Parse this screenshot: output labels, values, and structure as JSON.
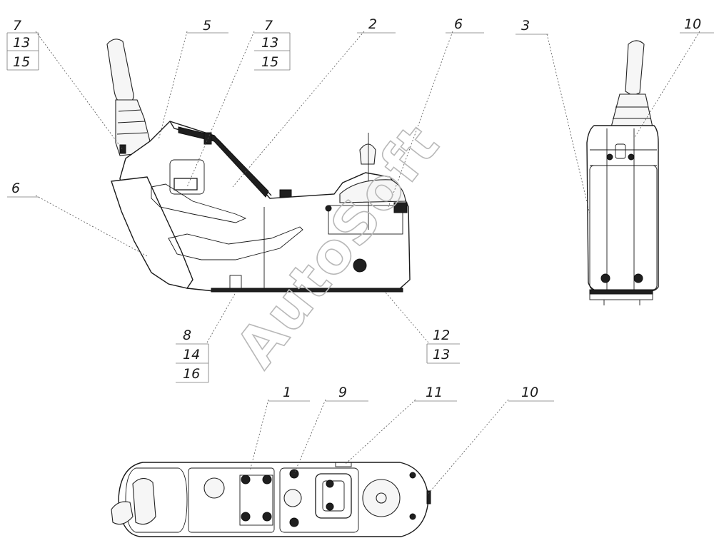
{
  "watermark": "AutoSoft",
  "callouts": {
    "c7a": "7",
    "c13a": "13",
    "c15a": "15",
    "c5": "5",
    "c7b": "7",
    "c13b": "13",
    "c15b": "15",
    "c2": "2",
    "c6a": "6",
    "c3": "3",
    "c10a": "10",
    "c6b": "6",
    "c8": "8",
    "c14": "14",
    "c16": "16",
    "c12": "12",
    "c13c": "13",
    "c1": "1",
    "c9": "9",
    "c11": "11",
    "c10b": "10"
  }
}
